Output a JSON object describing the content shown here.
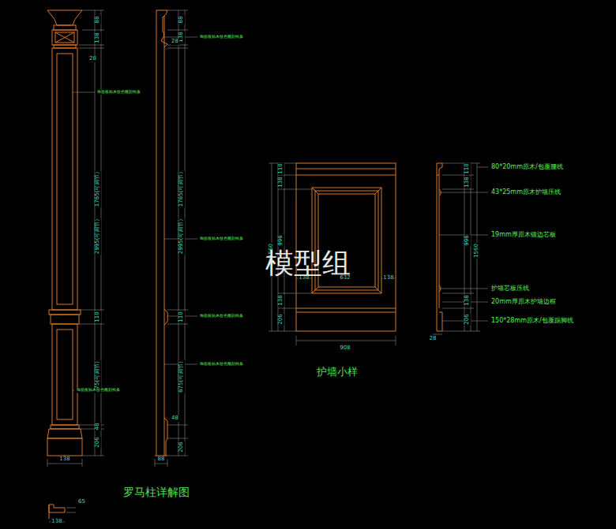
{
  "diagram": {
    "labels": [
      "88",
      "138",
      "28",
      "1785(可调节)",
      "2995(可调节)",
      "110",
      "875(可调节)",
      "48",
      "206",
      "138",
      "88",
      "138",
      "28",
      "1785(可调节)",
      "2995(可调节)",
      "110",
      "875(可调节)",
      "48",
      "206",
      "88",
      "饰面板贴木纹色雕刻线条",
      "饰面板贴木纹色雕刻线条",
      "饰面板贴木纹色雕刻线条",
      "饰面板贴木纹色雕刻线条",
      "饰面板贴木纹色雕刻线条",
      "饰面板贴木纹色雕刻线条",
      "65",
      "138",
      "罗马柱详解图",
      "110",
      "138",
      "998",
      "1560",
      "138",
      "206",
      "138",
      "632",
      "138",
      "908",
      "护墙小样",
      "110",
      "138",
      "998",
      "1560",
      "138",
      "206",
      "28",
      "80*20mm原木/包覆腰线",
      "43*25mm原木护墙压线",
      "19mm厚原木镶边芯板",
      "护墙芯板压线",
      "20mm厚原木护墙边框",
      "150*28mm原木/包覆踢脚线",
      "模型组"
    ]
  }
}
